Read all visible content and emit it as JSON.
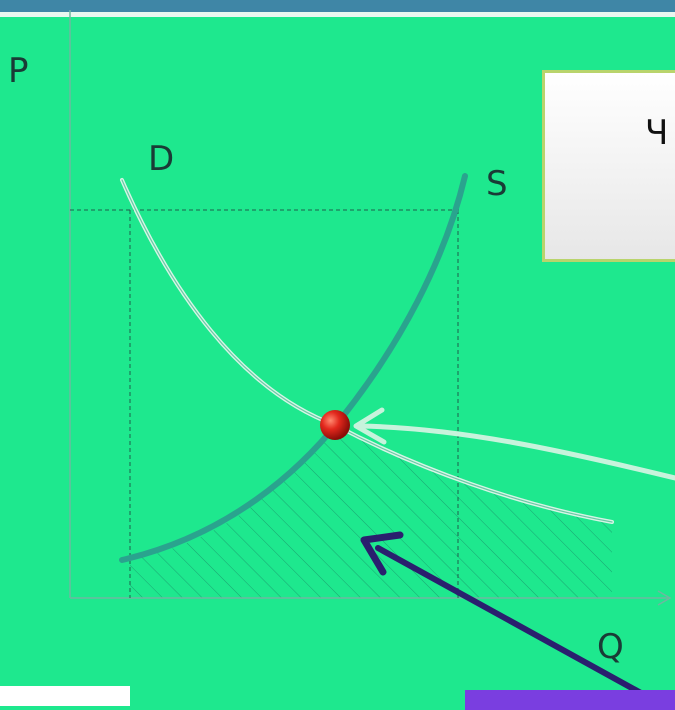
{
  "diagram": {
    "axis_y_label": "P",
    "axis_x_label": "Q",
    "demand_label": "D",
    "supply_label": "S"
  },
  "callout": {
    "text": "Ч"
  },
  "colors": {
    "background": "#1ee88e",
    "supply_curve": "#2aa38e",
    "demand_curve": "#c8f2dd",
    "equilibrium_point": "#d4241b",
    "arrow_light": "#c7f3dc",
    "arrow_dark": "#2a1f6e"
  }
}
